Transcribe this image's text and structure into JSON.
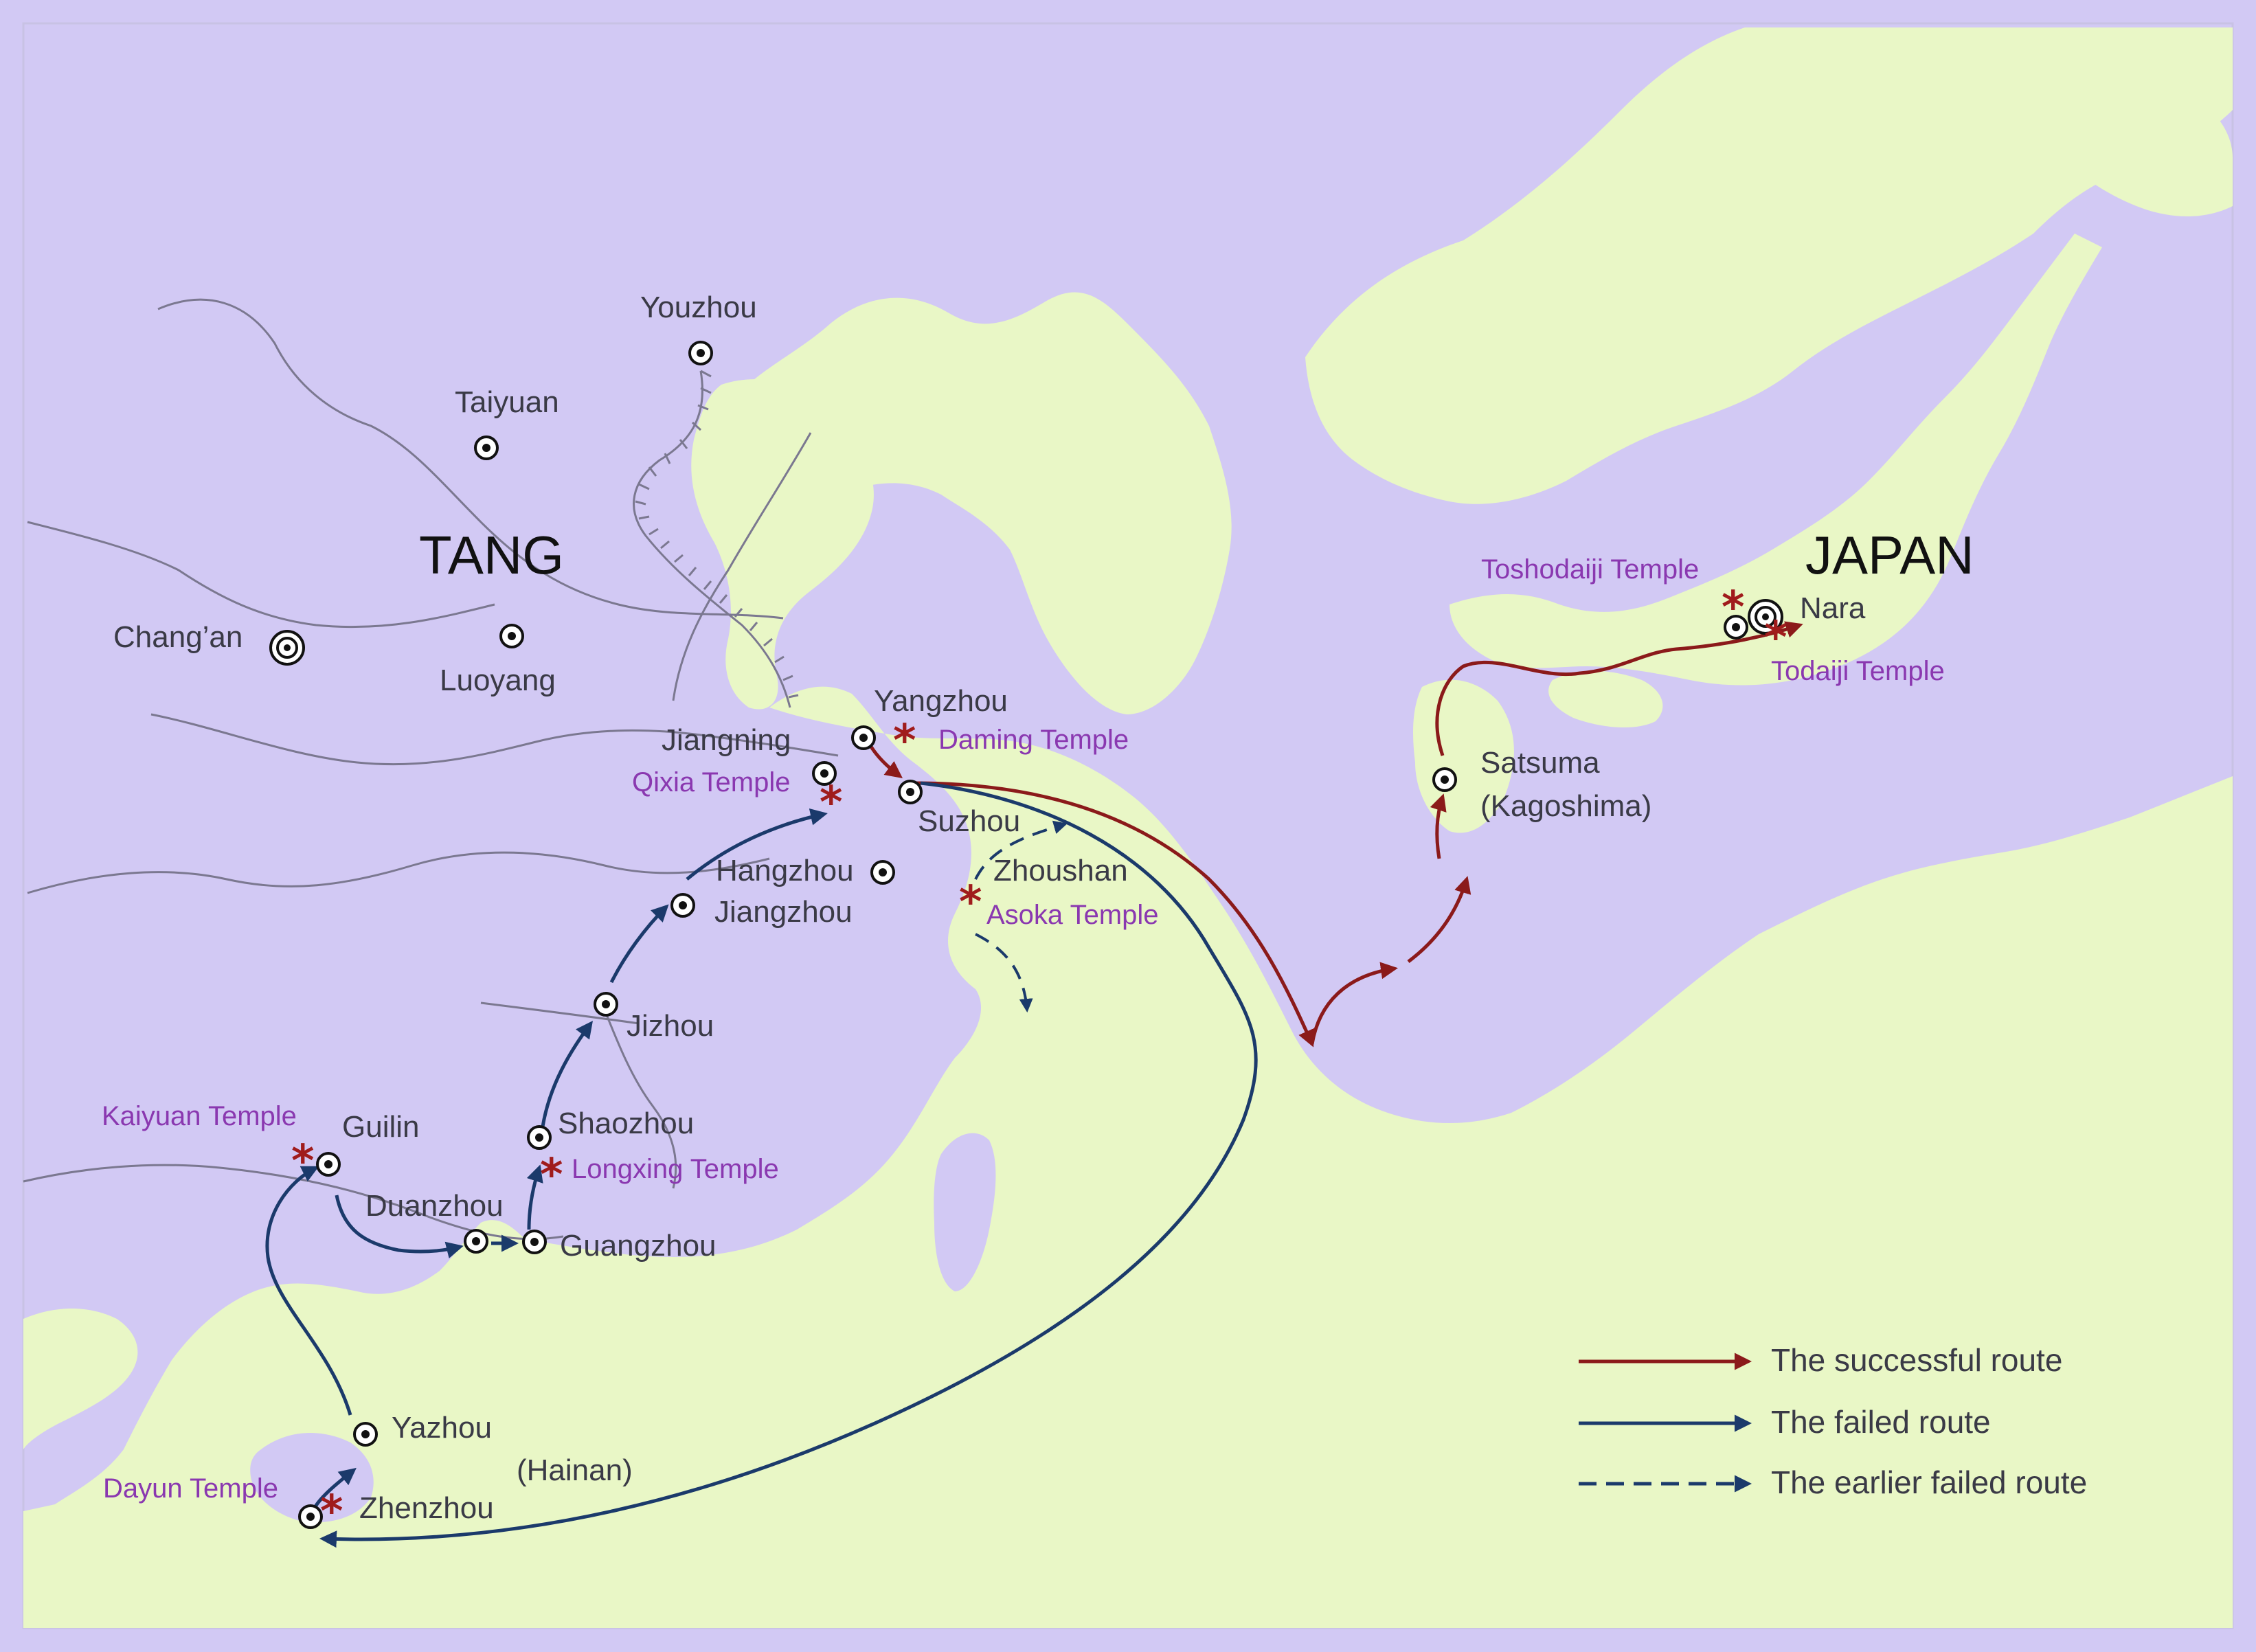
{
  "map": {
    "colors": {
      "land": "#e9f7c6",
      "water": "#d2c9f4",
      "border": "#7b7890",
      "success": "#8b1a1a",
      "failed": "#1b3a6b",
      "temple": "#a01c1c",
      "temple_text": "#8a38b0",
      "city_text": "#3a3a46"
    },
    "countries": {
      "tang": "TANG",
      "japan": "JAPAN"
    },
    "region_labels": {
      "hainan": "(Hainan)"
    },
    "cities": {
      "youzhou": "Youzhou",
      "taiyuan": "Taiyuan",
      "changan": "Chang’an",
      "luoyang": "Luoyang",
      "yangzhou": "Yangzhou",
      "jiangning": "Jiangning",
      "suzhou": "Suzhou",
      "hangzhou": "Hangzhou",
      "zhoushan": "Zhoushan",
      "jiangzhou": "Jiangzhou",
      "jizhou": "Jizhou",
      "shaozhou": "Shaozhou",
      "guilin": "Guilin",
      "duanzhou": "Duanzhou",
      "guangzhou": "Guangzhou",
      "yazhou": "Yazhou",
      "zhenzhou": "Zhenzhou",
      "satsuma": "Satsuma",
      "kagoshima": "(Kagoshima)",
      "nara": "Nara"
    },
    "temples": {
      "daming": "Daming Temple",
      "qixia": "Qixia Temple",
      "asoka": "Asoka Temple",
      "kaiyuan": "Kaiyuan Temple",
      "longxing": "Longxing Temple",
      "dayun": "Dayun Temple",
      "toshodaiji": "Toshodaiji Temple",
      "todaiji": "Todaiji Temple"
    },
    "legend": {
      "successful": "The successful route",
      "failed": "The failed route",
      "earlier_failed": "The earlier failed route"
    }
  }
}
